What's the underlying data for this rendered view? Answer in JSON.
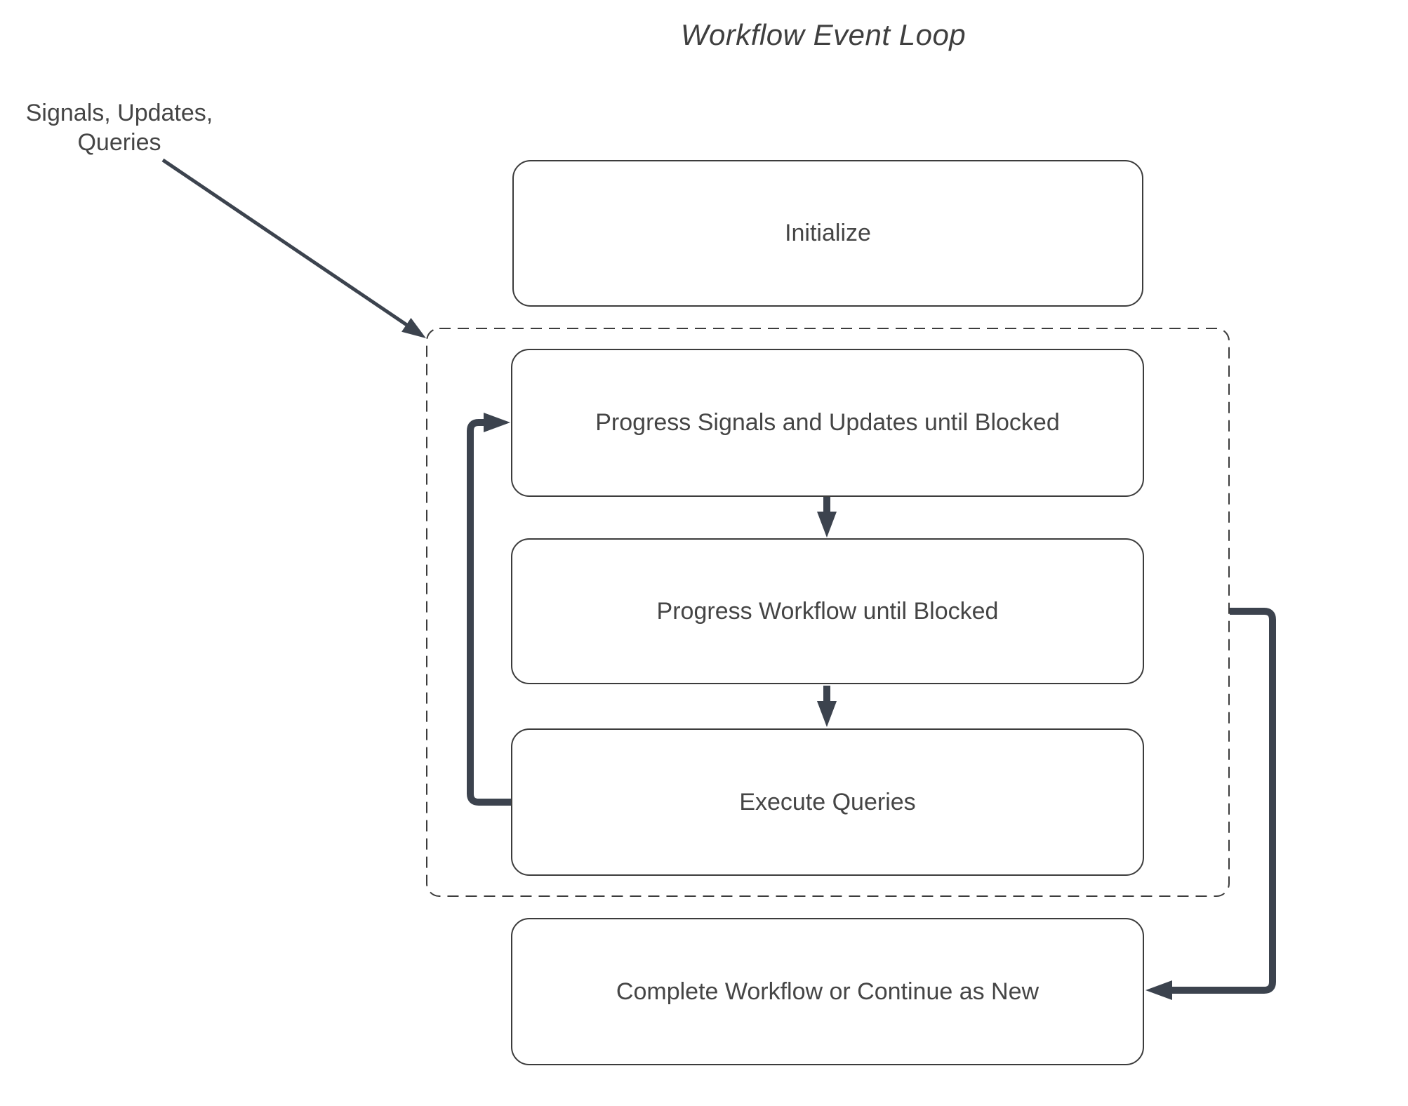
{
  "title": "Workflow Event Loop",
  "external_label": {
    "lines": [
      "Signals, Updates,",
      "Queries"
    ]
  },
  "nodes": {
    "initialize": "Initialize",
    "progress_signals": "Progress Signals and Updates until Blocked",
    "progress_workflow": "Progress Workflow until Blocked",
    "execute_queries": "Execute Queries",
    "complete": "Complete Workflow or Continue as New"
  },
  "colors": {
    "arrow": "#3C434E",
    "box_border": "#3C3C3C",
    "text": "#454545",
    "background": "#FFFFFF"
  }
}
